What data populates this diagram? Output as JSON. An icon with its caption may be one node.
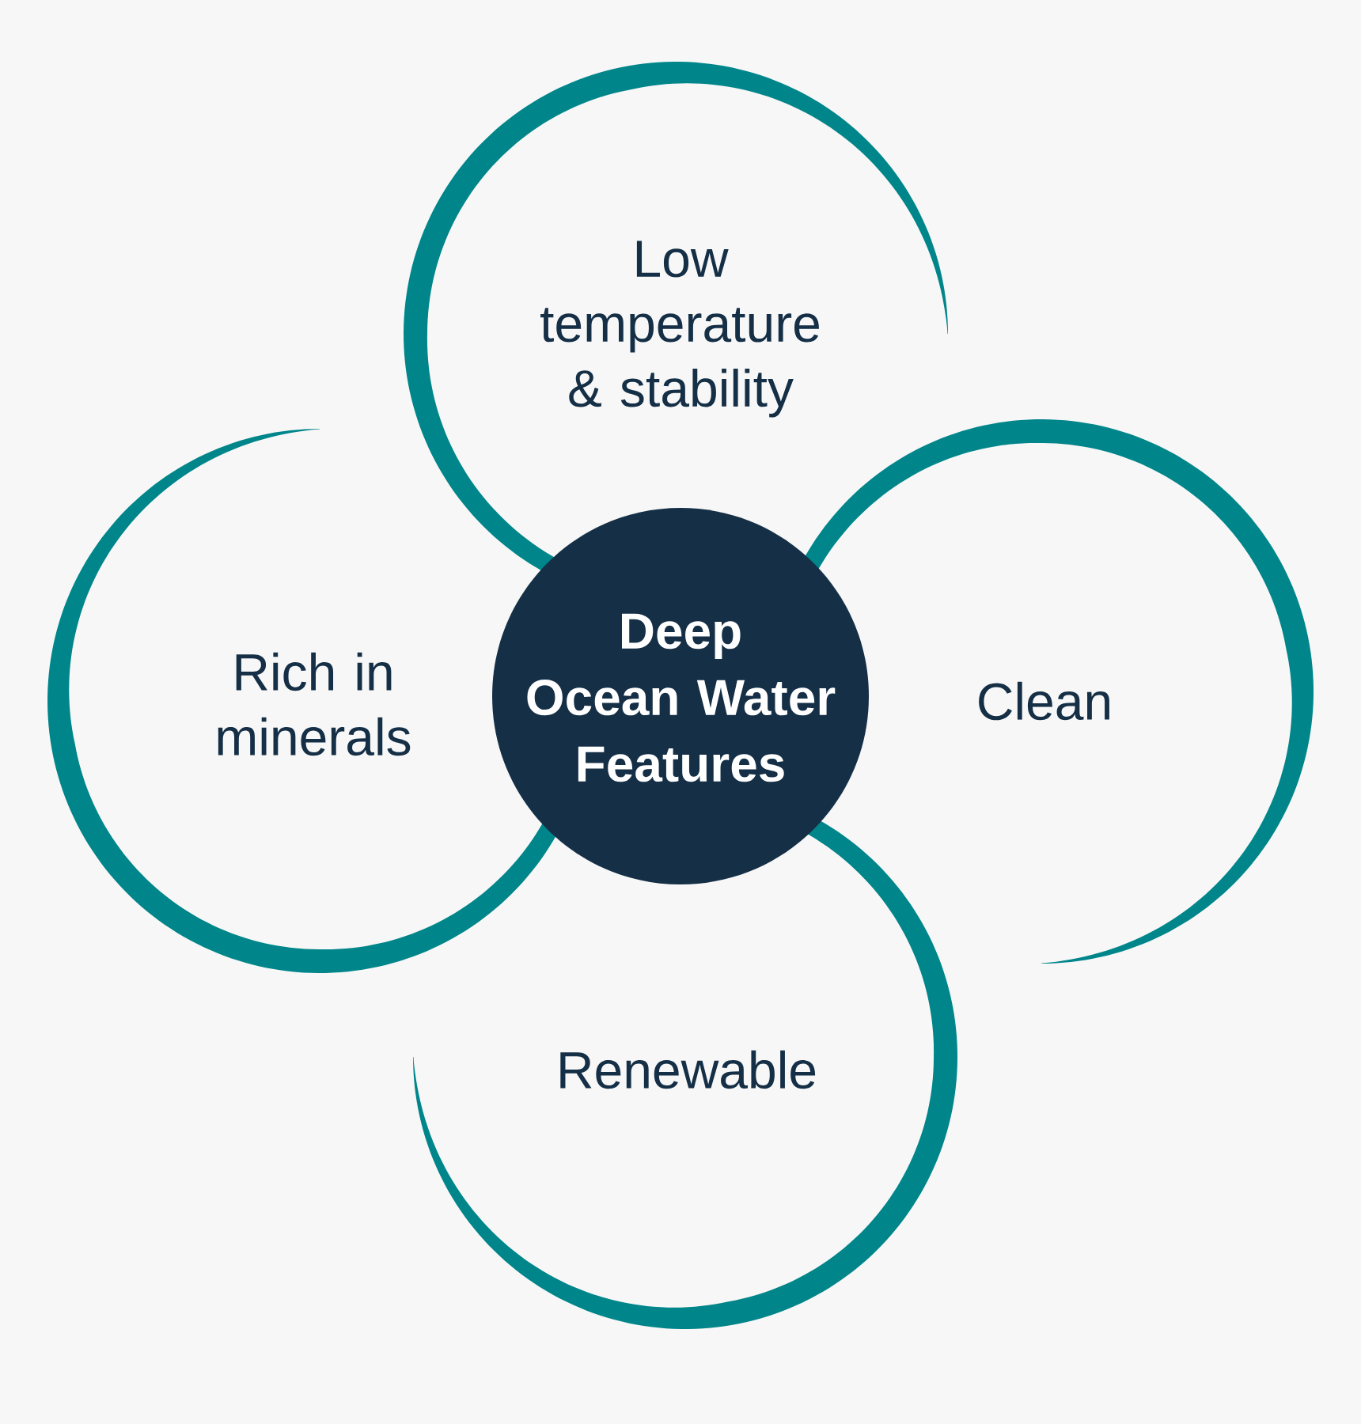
{
  "diagram": {
    "nodes": [
      {
        "text": [
          "Low temperature & stability"
        ]
      },
      {
        "text": [
          "Rich in minerals"
        ]
      },
      {
        "text": [
          "Deep Ocean Water Features"
        ]
      },
      {
        "text": [
          "Clean"
        ]
      },
      {
        "text": [
          "Renewable"
        ]
      }
    ]
  }
}
